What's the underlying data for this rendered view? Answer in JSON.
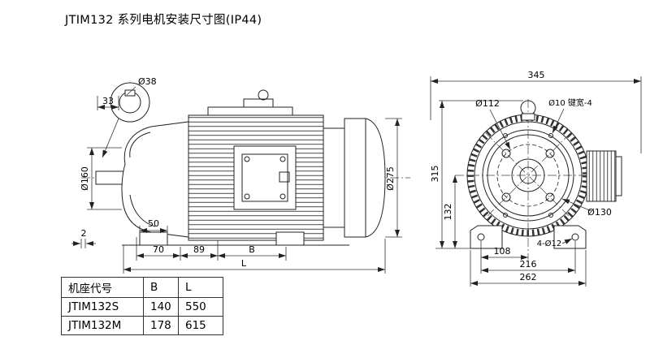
{
  "title": "JTIM132 系列电机安装尺寸图(IP44)",
  "side_view": {
    "shaft_detail_dia": "Ø38",
    "shaft_detail_len": "33",
    "front_dia": "Ø160",
    "base_gap": "2",
    "foot_len": "50",
    "dim_70": "70",
    "dim_89": "89",
    "dim_B": "B",
    "dim_L": "L",
    "fan_cover_dia": "Ø275"
  },
  "end_view": {
    "overall_width": "345",
    "bolt_circle_dia": "Ø112",
    "top_holes": "Ø10 键宽-4",
    "overall_height": "315",
    "shaft_height": "132",
    "half_span": "108",
    "foot_holes": "4-Ø12",
    "hole_span": "216",
    "feet_span": "262",
    "spigot_dia": "Ø130"
  },
  "table": {
    "headers": [
      "机座代号",
      "B",
      "L"
    ],
    "rows": [
      {
        "model": "JTIM132S",
        "B": "140",
        "L": "550"
      },
      {
        "model": "JTIM132M",
        "B": "178",
        "L": "615"
      }
    ]
  }
}
